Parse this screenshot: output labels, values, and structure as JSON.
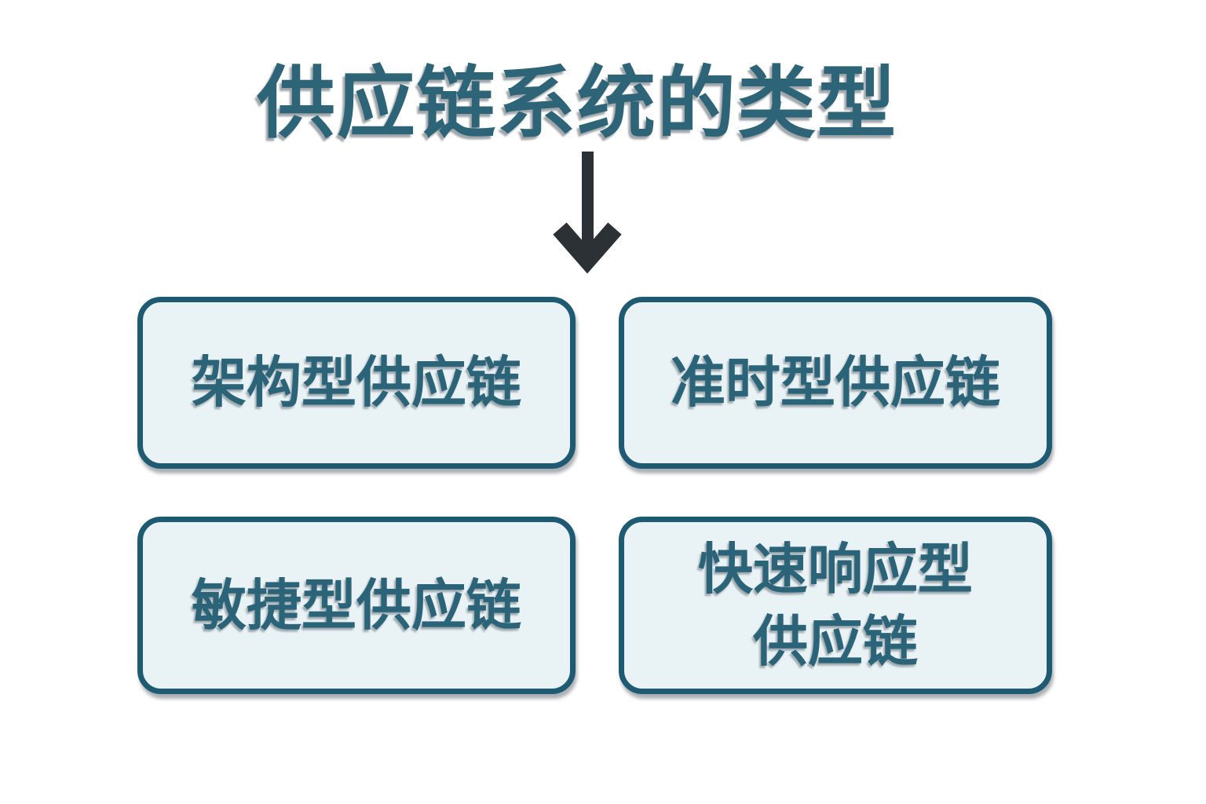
{
  "diagram": {
    "title": "供应链系统的类型",
    "arrow_icon": "down-arrow",
    "nodes": [
      {
        "label": "架构型供应链"
      },
      {
        "label": "准时型供应链"
      },
      {
        "label": "敏捷型供应链"
      },
      {
        "label": "快速响应型\n供应链"
      }
    ],
    "colors": {
      "background": "#ffffff",
      "title_text": "#2d6478",
      "node_text": "#2b6478",
      "node_fill": "#e9f2f5",
      "node_border": "#1e5a72",
      "arrow": "#2c3136"
    }
  }
}
